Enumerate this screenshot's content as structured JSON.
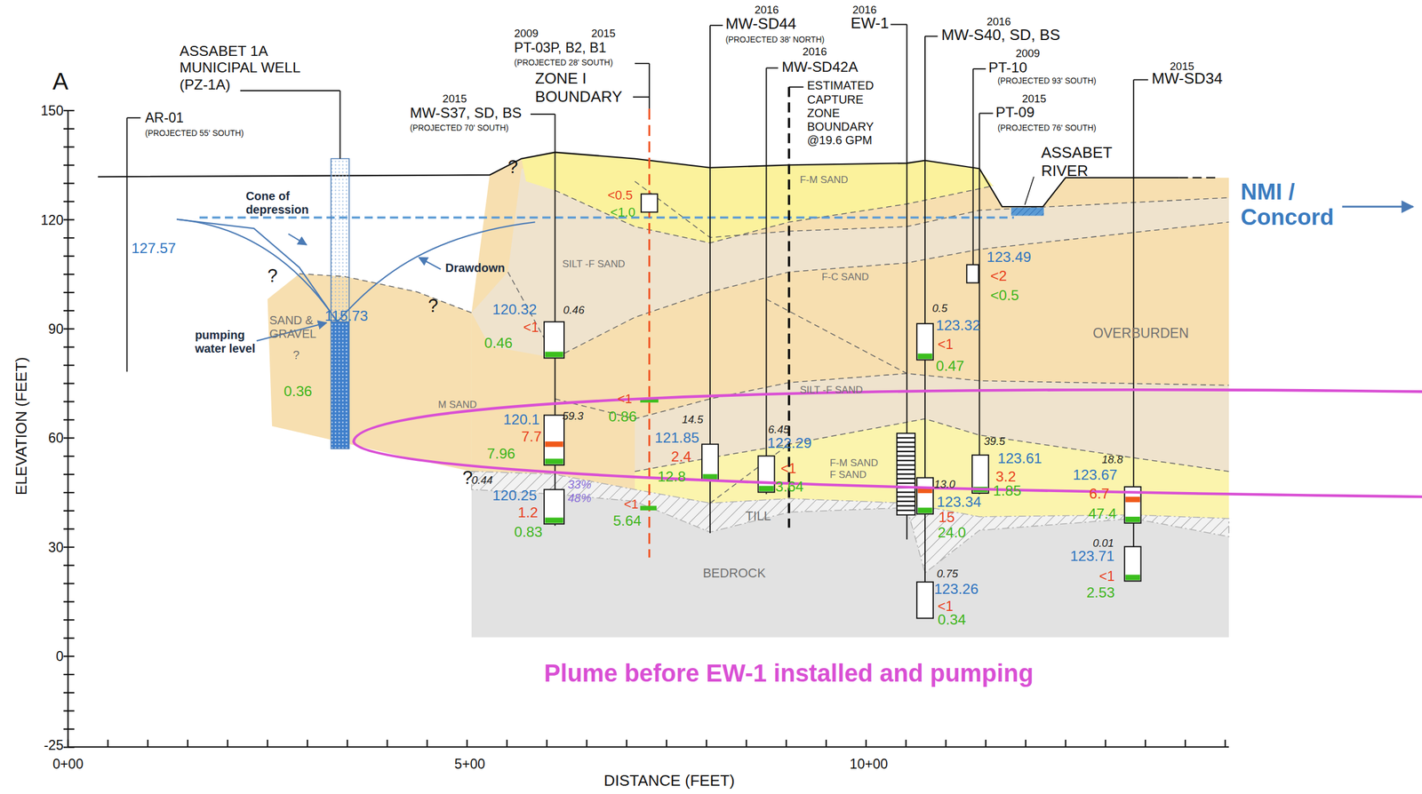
{
  "diagram": {
    "labels": [
      "A",
      "150",
      "120",
      "90",
      "60",
      "30",
      "0",
      "-25",
      "ELEVATION (FEET)",
      "0+00",
      "5+00",
      "10+00",
      "DISTANCE (FEET)",
      "AR-01",
      "(PROJECTED 55' SOUTH)",
      "ASSABET 1A MUNICIPAL WELL (PZ-1A)",
      "2015",
      "MW-S37, SD, BS",
      "(PROJECTED 70' SOUTH)",
      "2009",
      "2015",
      "PT-03P, B2, B1",
      "(PROJECTED 28' SOUTH)",
      "ZONE I BOUNDARY",
      "2016",
      "MW-SD44",
      "(PROJECTED 38' NORTH)",
      "2016",
      "MW-SD42A",
      "ESTIMATED CAPTURE ZONE BOUNDARY @19.6 GPM",
      "2016",
      "EW-1",
      "2016",
      "MW-S40, SD, BS",
      "2009",
      "PT-10",
      "(PROJECTED 93' SOUTH)",
      "2015",
      "PT-09",
      "(PROJECTED 76' SOUTH)",
      "ASSABET RIVER",
      "2015",
      "MW-SD34",
      "NMI / Concord",
      "127.57",
      "Cone of depression",
      "Drawdown",
      "pumping water level",
      "SAND & GRAVEL",
      "?",
      "115.73",
      "0.36",
      "?",
      "?",
      "?",
      "?",
      "SILT -F SAND",
      "M SAND",
      "F-M SAND",
      "F-C SAND",
      "SILT -F SAND",
      "F-M SAND F SAND",
      "OVERBURDEN",
      "TILL",
      "BEDROCK",
      "0.46",
      "120.32",
      "<1",
      "0.46",
      "59.3",
      "120.1",
      "7.7",
      "7.96",
      "0.44",
      "120.25",
      "1.2",
      "0.83",
      "33%",
      "48%",
      "<0.5",
      "<1.0",
      "<1",
      "0.86",
      "<1",
      "5.64",
      "14.5",
      "121.85",
      "2.4",
      "12.8",
      "6.45",
      "122.29",
      "<1",
      "3.64",
      "0.5",
      "123.32",
      "<1",
      "0.47",
      "13.0",
      "123.34",
      "15",
      "24.0",
      "0.75",
      "123.26",
      "<1",
      "0.34",
      "123.49",
      "<2",
      "<0.5",
      "39.5",
      "123.61",
      "3.2",
      "1.85",
      "18.8",
      "123.67",
      "6.7",
      "47.4",
      "0.01",
      "123.71",
      "<1",
      "2.53",
      "Plume before EW-1 installed and pumping"
    ]
  }
}
